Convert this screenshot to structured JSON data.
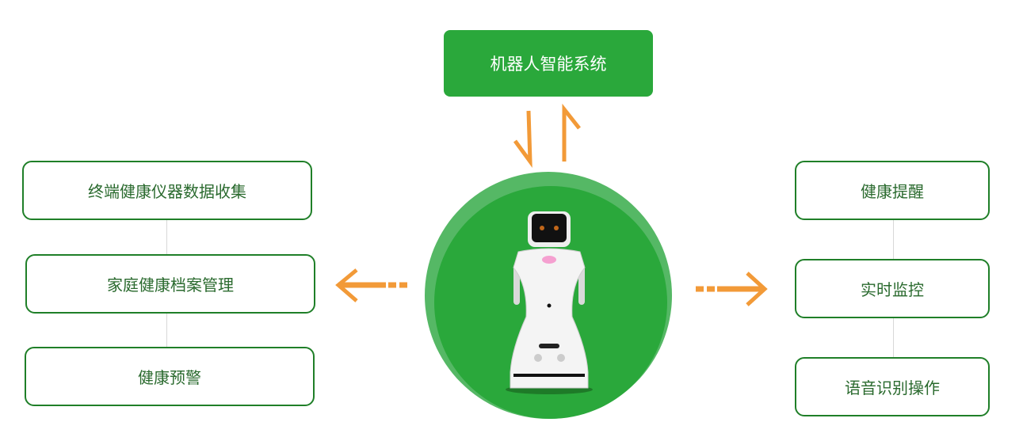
{
  "top_box": {
    "label": "机器人智能系统"
  },
  "left_items": [
    {
      "label": "终端健康仪器数据收集"
    },
    {
      "label": "家庭健康档案管理"
    },
    {
      "label": "健康预警"
    }
  ],
  "right_items": [
    {
      "label": "健康提醒"
    },
    {
      "label": "实时监控"
    },
    {
      "label": "语音识别操作"
    }
  ],
  "colors": {
    "green": "#2aa83b",
    "border": "#1f7f28",
    "arrow": "#f29a38"
  }
}
